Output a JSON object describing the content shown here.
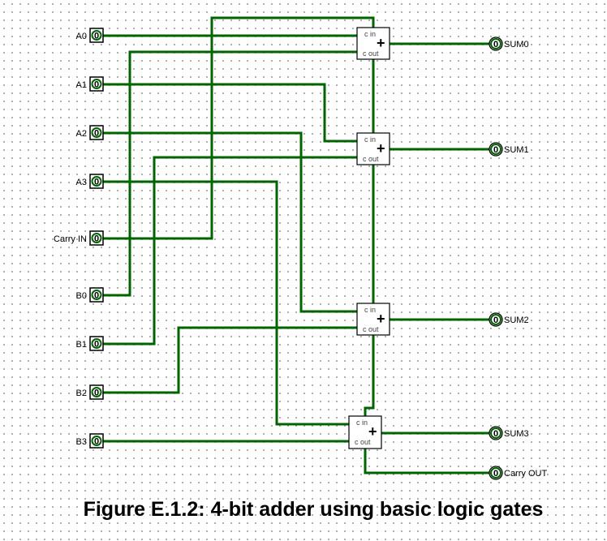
{
  "figure": {
    "caption": "Figure E.1.2: 4-bit adder using basic logic gates"
  },
  "inputs": [
    {
      "label": "A0",
      "value": "0"
    },
    {
      "label": "A1",
      "value": "0"
    },
    {
      "label": "A2",
      "value": "0"
    },
    {
      "label": "A3",
      "value": "0"
    },
    {
      "label": "Carry IN",
      "value": "0"
    },
    {
      "label": "B0",
      "value": "0"
    },
    {
      "label": "B1",
      "value": "0"
    },
    {
      "label": "B2",
      "value": "0"
    },
    {
      "label": "B3",
      "value": "0"
    }
  ],
  "outputs": [
    {
      "label": "SUM0",
      "value": "0"
    },
    {
      "label": "SUM1",
      "value": "0"
    },
    {
      "label": "SUM2",
      "value": "0"
    },
    {
      "label": "SUM3",
      "value": "0"
    },
    {
      "label": "Carry OUT",
      "value": "0"
    }
  ],
  "adder": {
    "cin_label": "c in",
    "cout_label": "c out",
    "symbol": "+"
  },
  "colors": {
    "wire": "#006400",
    "background": "#ffffff",
    "grid_dot": "#9a9a9a"
  }
}
